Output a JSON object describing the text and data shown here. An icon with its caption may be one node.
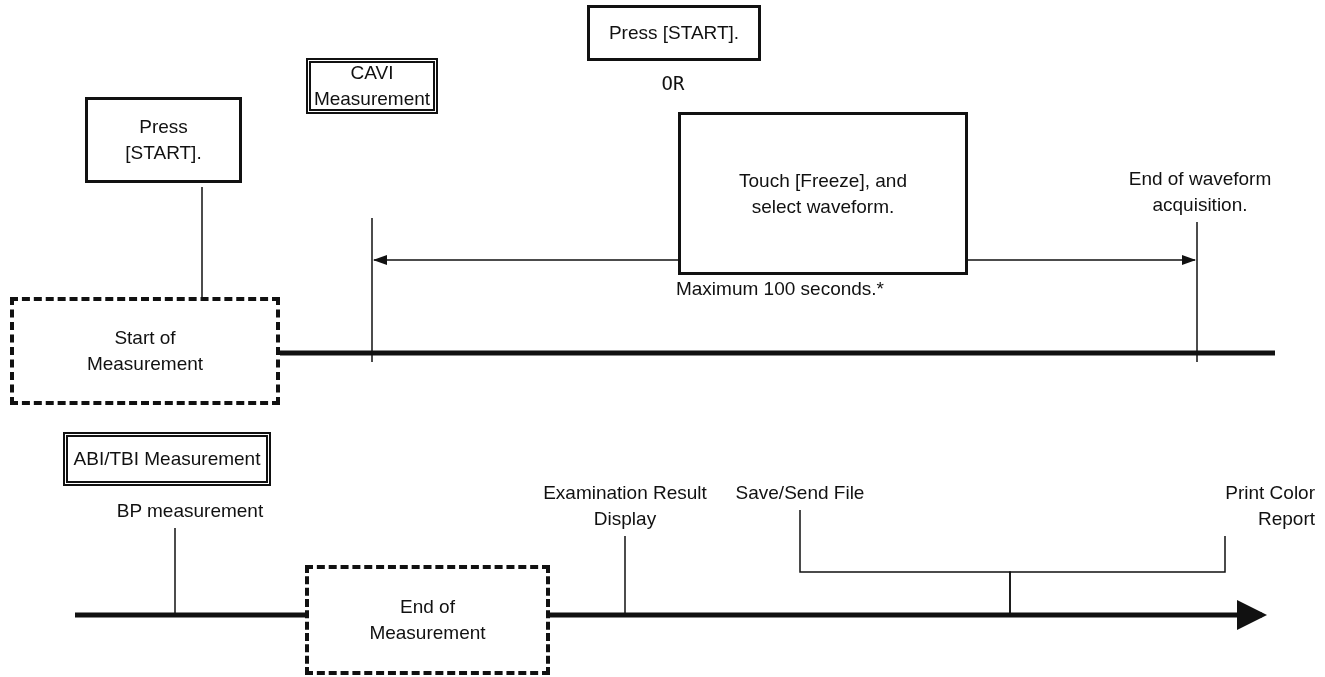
{
  "diagram": {
    "nodes": [
      {
        "text": [
          "Press [START]."
        ]
      },
      {
        "text": [
          "CAVI Measurement"
        ]
      },
      {
        "text": [
          "Press [START]."
        ]
      },
      {
        "text": [
          "Touch [Freeze], and select waveform."
        ]
      },
      {
        "text": [
          "Start of Measurement"
        ]
      },
      {
        "text": [
          "End of waveform acquisition."
        ]
      },
      {
        "text": [
          "ABI/TBI Measurement"
        ]
      },
      {
        "text": [
          "BP measurement"
        ]
      },
      {
        "text": [
          "End of Measurement"
        ]
      },
      {
        "text": [
          "Examination Result Display"
        ]
      },
      {
        "text": [
          "Save/Send File"
        ]
      },
      {
        "text": [
          "Print Color Report"
        ]
      }
    ],
    "edges": [
      {
        "from": 0,
        "to": 4,
        "arrow": "none"
      },
      {
        "from": 4,
        "to": null,
        "arrow": "none",
        "style": "thick"
      },
      {
        "from": 5,
        "to": null,
        "arrow": "none"
      },
      {
        "from": 7,
        "to": null,
        "arrow": "none"
      },
      {
        "from": null,
        "to": 8,
        "arrow": "none",
        "style": "thick"
      },
      {
        "from": 8,
        "to": null,
        "arrow": "to",
        "style": "thick"
      },
      {
        "from": 9,
        "to": null,
        "arrow": "none"
      },
      {
        "from": 10,
        "to": null,
        "arrow": "none"
      },
      {
        "from": 11,
        "to": null,
        "arrow": "none"
      }
    ],
    "labels": [
      "OR",
      "Maximum 100 seconds.*"
    ]
  }
}
